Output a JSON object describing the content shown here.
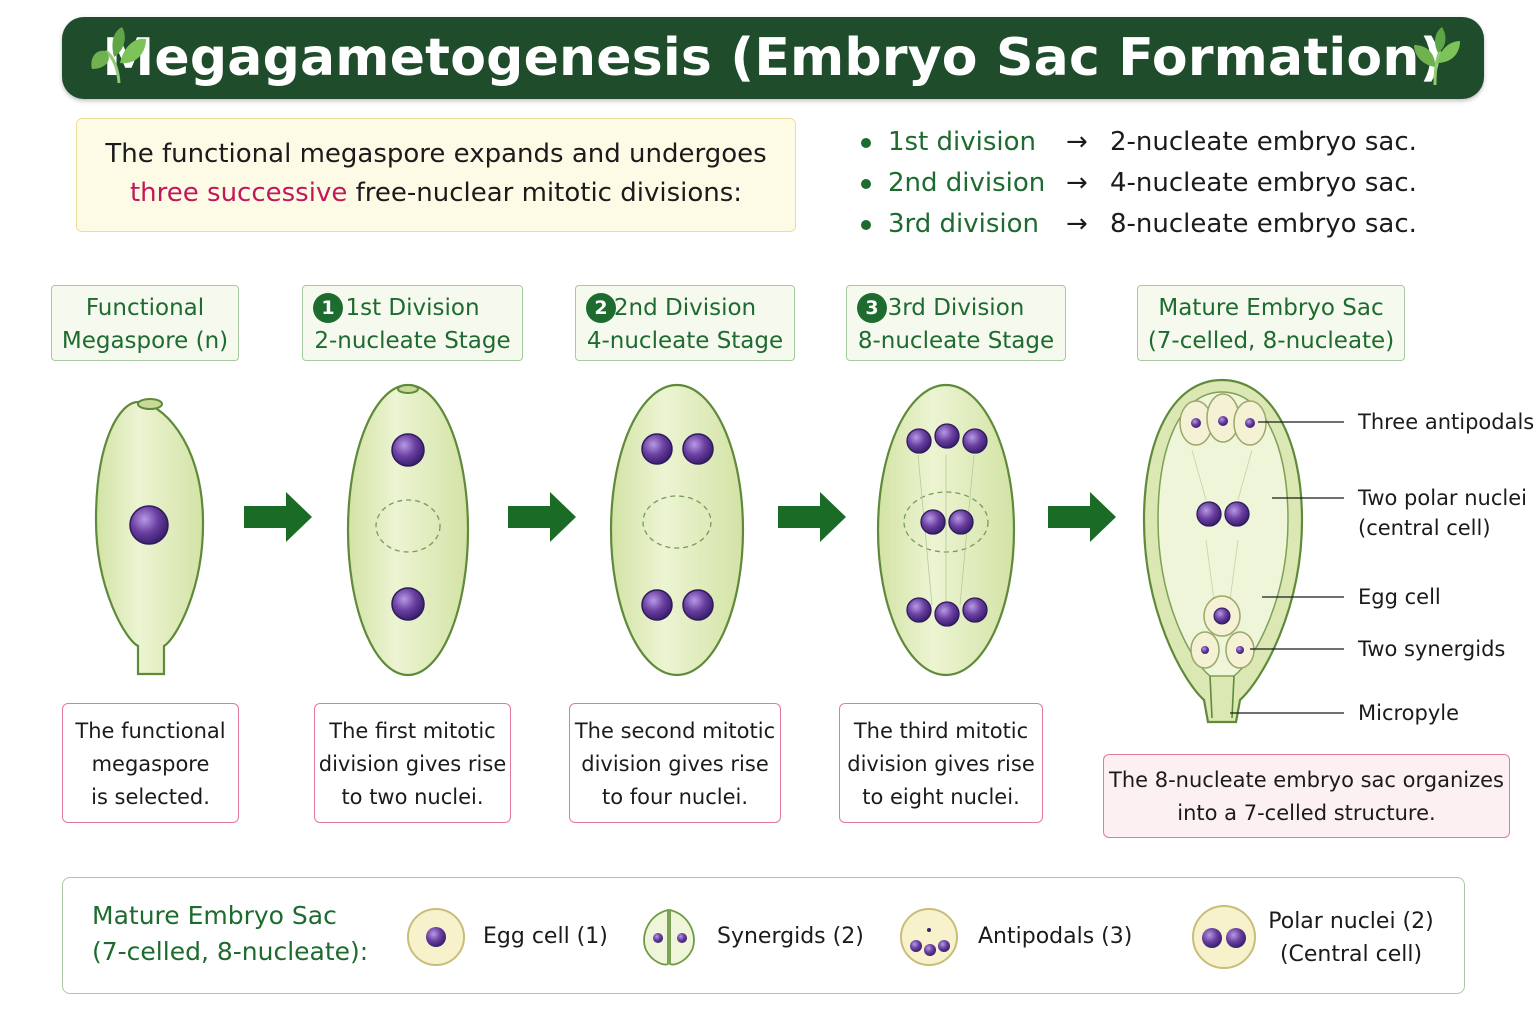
{
  "title": "Megagametogenesis (Embryo Sac Formation)",
  "intro": {
    "line1": "The functional megaspore expands and undergoes",
    "line2_highlight": "three successive",
    "line2_rest": " free-nuclear mitotic divisions:"
  },
  "divisions": [
    {
      "name": "1st division",
      "arrow": "→",
      "result": "2-nucleate embryo sac."
    },
    {
      "name": "2nd division",
      "arrow": "→",
      "result": "4-nucleate embryo sac."
    },
    {
      "name": "3rd division",
      "arrow": "→",
      "result": "8-nucleate embryo sac."
    }
  ],
  "stages": [
    {
      "number": "",
      "line1": "Functional",
      "line2": "Megaspore (n)",
      "caption": [
        "The functional",
        "megaspore",
        "is selected."
      ]
    },
    {
      "number": "1",
      "line1": "1st Division",
      "line2": "2-nucleate Stage",
      "caption": [
        "The first mitotic",
        "division gives rise",
        "to two nuclei."
      ]
    },
    {
      "number": "2",
      "line1": "2nd Division",
      "line2": "4-nucleate Stage",
      "caption": [
        "The second mitotic",
        "division gives rise",
        "to four nuclei."
      ]
    },
    {
      "number": "3",
      "line1": "3rd Division",
      "line2": "8-nucleate Stage",
      "caption": [
        "The third mitotic",
        "division gives rise",
        "to eight nuclei."
      ]
    },
    {
      "number": "",
      "line1": "Mature Embryo Sac",
      "line2": "(7-celled, 8-nucleate)",
      "caption": [
        "The 8-nucleate embryo sac organizes",
        "into a 7-celled structure."
      ]
    }
  ],
  "mature_labels": {
    "antipodals": "Three antipodals",
    "polar_1": "Two polar nuclei",
    "polar_2": "(central cell)",
    "egg": "Egg cell",
    "synergids": "Two synergids",
    "micropyle": "Micropyle"
  },
  "legend": {
    "title_1": "Mature Embryo Sac",
    "title_2": "(7-celled, 8-nucleate):",
    "items": [
      {
        "label": "Egg cell (1)"
      },
      {
        "label": "Synergids (2)"
      },
      {
        "label": "Antipodals (3)"
      },
      {
        "label": "Polar nuclei (2)",
        "label_2": "(Central cell)"
      }
    ]
  },
  "colors": {
    "banner": "#1f4d2c",
    "accent_green": "#1e6b2f",
    "highlight_pink": "#c2185b",
    "cell_fill": "#e4efc4",
    "nucleus": "#6a3fa0"
  }
}
